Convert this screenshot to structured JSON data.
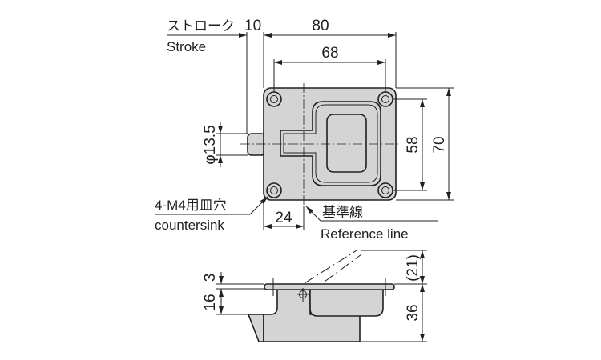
{
  "top_view": {
    "stroke_label_jp": "ストローク",
    "stroke_value": "10",
    "stroke_label_en": "Stroke",
    "width_overall": "80",
    "hole_pitch_x": "68",
    "hole_pitch_y": "58",
    "height_overall": "70",
    "pin_diameter": "φ13.5",
    "offset_to_reference": "24",
    "holes_label_jp": "4-M4用皿穴",
    "holes_label_en": "countersink",
    "reference_label_jp": "基準線",
    "reference_label_en": "Reference line"
  },
  "side_view": {
    "flange_thickness": "3",
    "pin_depth": "16",
    "handle_lift": "(21)",
    "body_depth": "36"
  },
  "colors": {
    "part_fill": "#d4d4d4",
    "line": "#231f20"
  }
}
